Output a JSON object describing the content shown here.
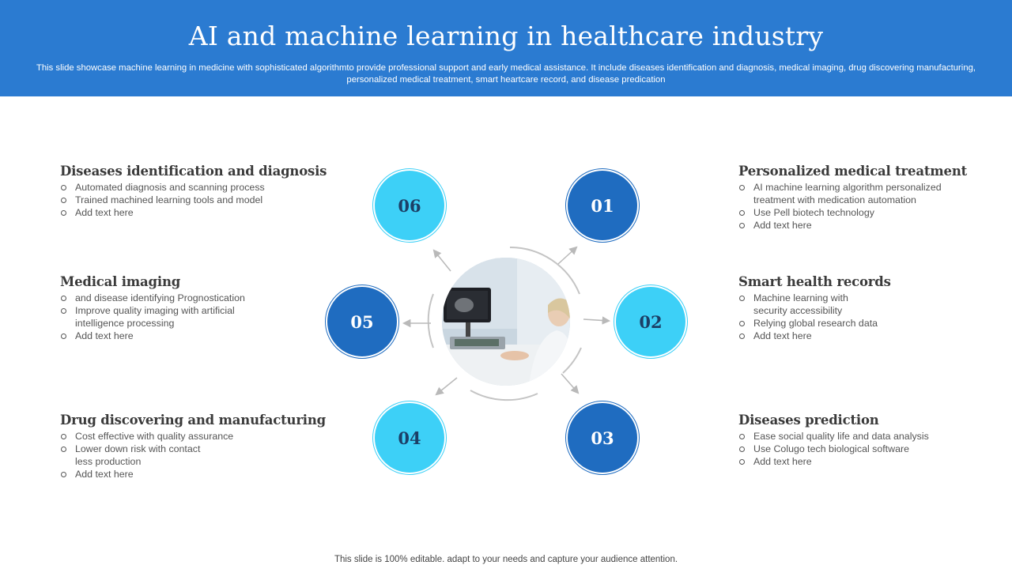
{
  "header": {
    "title": "AI and machine learning in healthcare industry",
    "subtitle": "This slide showcase machine learning in medicine with sophisticated algorithmto provide professional support and early medical assistance. It include diseases identification and diagnosis, medical imaging, drug discovering manufacturing, personalized medical treatment, smart heartcare record, and disease predication"
  },
  "steps": {
    "s01": "01",
    "s02": "02",
    "s03": "03",
    "s04": "04",
    "s05": "05",
    "s06": "06"
  },
  "blocks": {
    "diseases_identification": {
      "title": "Diseases identification and diagnosis",
      "items": [
        "Automated diagnosis and scanning process",
        "Trained  machined learning tools and model",
        "Add text here"
      ]
    },
    "medical_imaging": {
      "title": "Medical imaging",
      "items": [
        "and disease identifying Prognostication",
        "Improve  quality imaging with artificial",
        "intelligence processing",
        "Add text here"
      ]
    },
    "drug_discovering": {
      "title": "Drug discovering and manufacturing",
      "items": [
        "Cost effective  with quality assurance",
        "Lower down risk with contact",
        "less production",
        "Add text here"
      ]
    },
    "personalized_treatment": {
      "title": "Personalized medical treatment",
      "items": [
        "AI machine learning algorithm personalized",
        "treatment with medication automation",
        "Use Pell biotech technology",
        "Add text here"
      ]
    },
    "smart_records": {
      "title": "Smart health records",
      "items": [
        "Machine learning with",
        "security accessibility",
        "Relying global research data",
        "Add text here"
      ]
    },
    "diseases_prediction": {
      "title": "Diseases prediction",
      "items": [
        "Ease social quality life and data analysis",
        "Use Colugo tech biological software",
        "Add text here"
      ]
    }
  },
  "colors": {
    "header_bg": "#2b7bd1",
    "dark_circle": "#1f6cc0",
    "light_circle": "#3dd0f7"
  },
  "footer": "This slide is 100% editable. adapt to your needs and capture your audience attention."
}
